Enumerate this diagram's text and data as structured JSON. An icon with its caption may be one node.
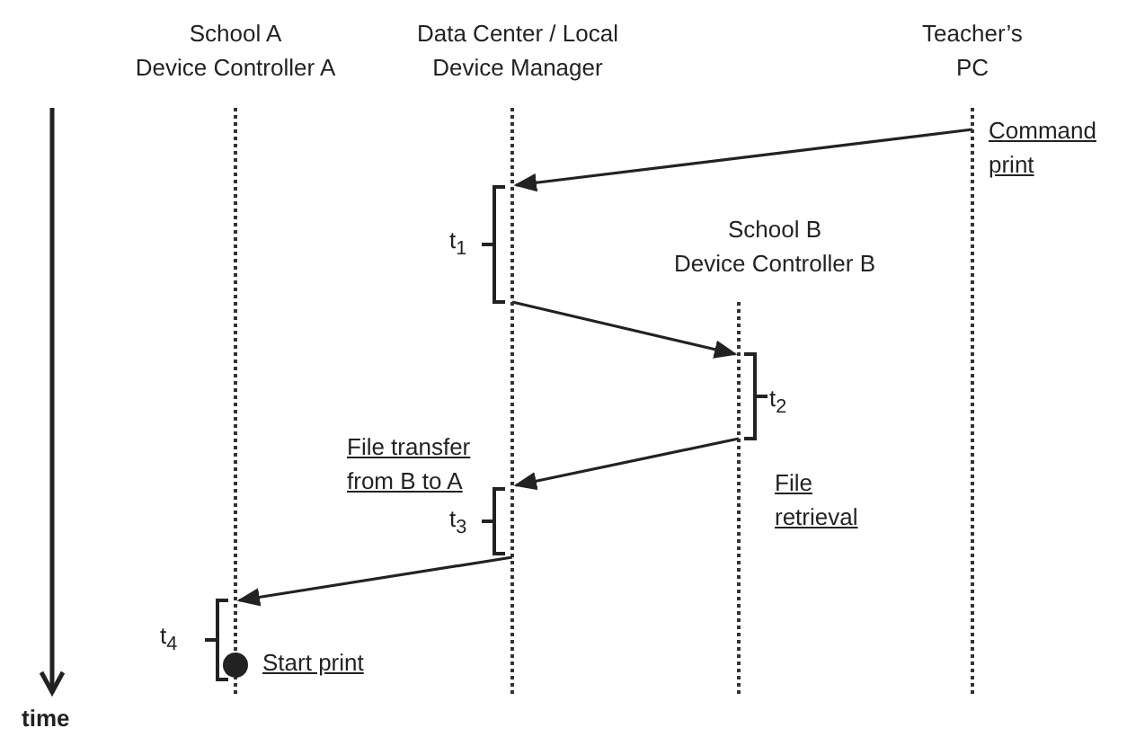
{
  "diagram": {
    "nodes": [
      {
        "text": [
          "School A Device Controller A"
        ]
      },
      {
        "text": [
          "Data Center / Local Device Manager"
        ]
      },
      {
        "text": [
          "School B Device Controller B"
        ]
      },
      {
        "text": [
          "Teacher’s PC"
        ]
      },
      {
        "text": [],
        "shape": "circle"
      }
    ],
    "edges": [
      {
        "from": 3,
        "to": 1,
        "arrow": "to"
      },
      {
        "from": 1,
        "to": 2,
        "arrow": "to"
      },
      {
        "from": 2,
        "to": 1,
        "arrow": "to"
      },
      {
        "from": 1,
        "to": 4,
        "arrow": "to"
      }
    ],
    "labels": [
      "Command print",
      "t$_{1}$",
      "t$_{2}$",
      "File transfer from B to A",
      "File retrieval",
      "t$_{3}$",
      "t$_{4}$",
      "Start print",
      "time"
    ]
  }
}
